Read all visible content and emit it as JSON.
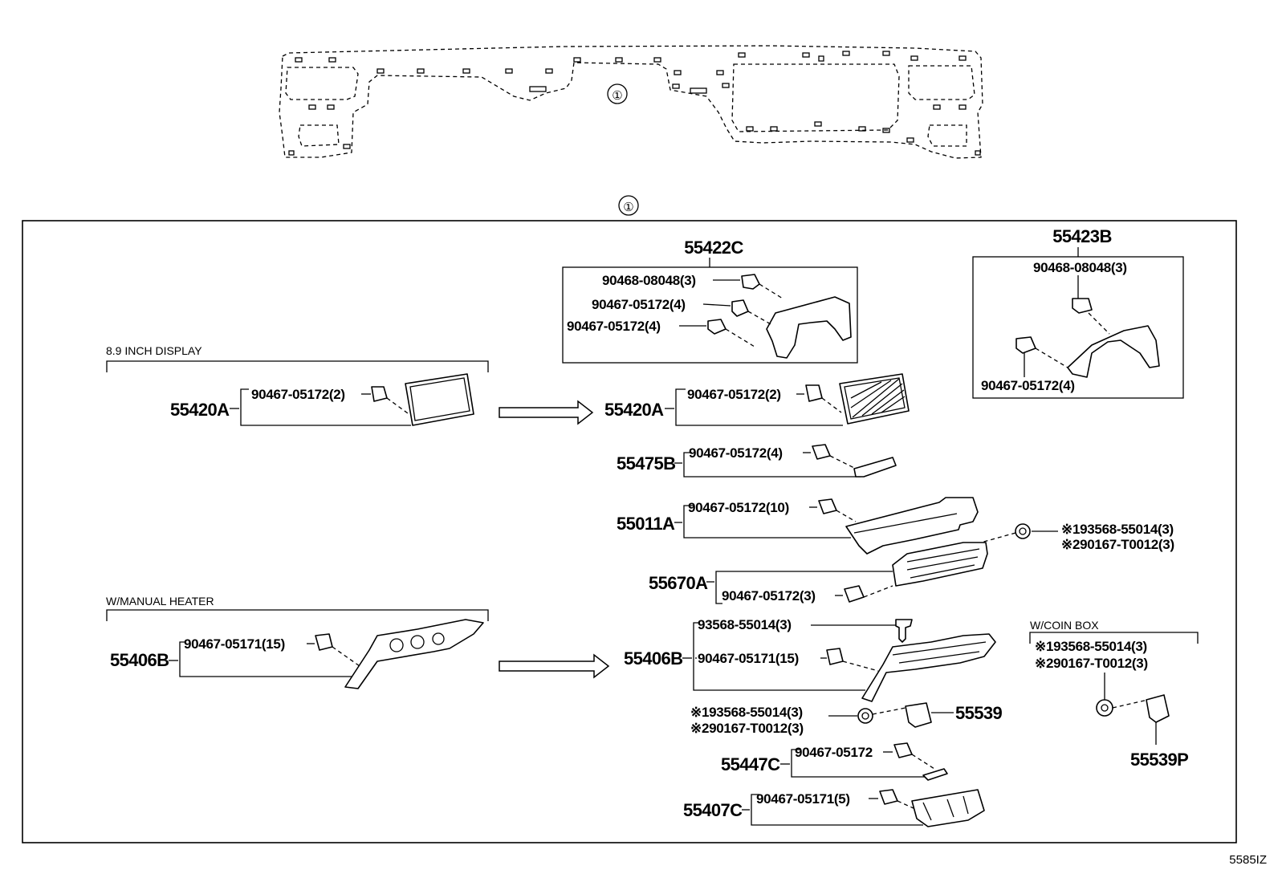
{
  "diagram": {
    "ref_circle": "①",
    "drawing_id": "5585IZ",
    "groups": {
      "display": "8.9 INCH DISPLAY",
      "manual_heater": "W/MANUAL HEATER",
      "coin_box": "W/COIN BOX"
    },
    "assemblies": {
      "a55422C": {
        "label": "55422C",
        "p1": "90468-08048(3)",
        "p2": "90467-05172(4)",
        "p3": "90467-05172(4)"
      },
      "a55423B": {
        "label": "55423B",
        "p1": "90468-08048(3)",
        "p2": "90467-05172(4)"
      },
      "left_55420A": {
        "label": "55420A",
        "clip": "90467-05172(2)"
      },
      "right_55420A": {
        "label": "55420A",
        "clip": "90467-05172(2)"
      },
      "a55475B": {
        "label": "55475B",
        "clip": "90467-05172(4)"
      },
      "a55011A": {
        "label": "55011A",
        "clip": "90467-05172(10)",
        "s1": "※193568-55014(3)",
        "s2": "※290167-T0012(3)"
      },
      "a55670A": {
        "label": "55670A",
        "clip": "90467-05172(3)"
      },
      "left_55406B": {
        "label": "55406B",
        "clip": "90467-05171(15)"
      },
      "right_55406B": {
        "label": "55406B",
        "screw": "93568-55014(3)",
        "clip": "90467-05171(15)"
      },
      "a55539": {
        "label": "55539",
        "s1": "※193568-55014(3)",
        "s2": "※290167-T0012(3)"
      },
      "a55447C": {
        "label": "55447C",
        "clip": "90467-05172"
      },
      "a55407C": {
        "label": "55407C",
        "clip": "90467-05171(5)"
      },
      "a55539P": {
        "label": "55539P",
        "s1": "※193568-55014(3)",
        "s2": "※290167-T0012(3)"
      }
    }
  }
}
